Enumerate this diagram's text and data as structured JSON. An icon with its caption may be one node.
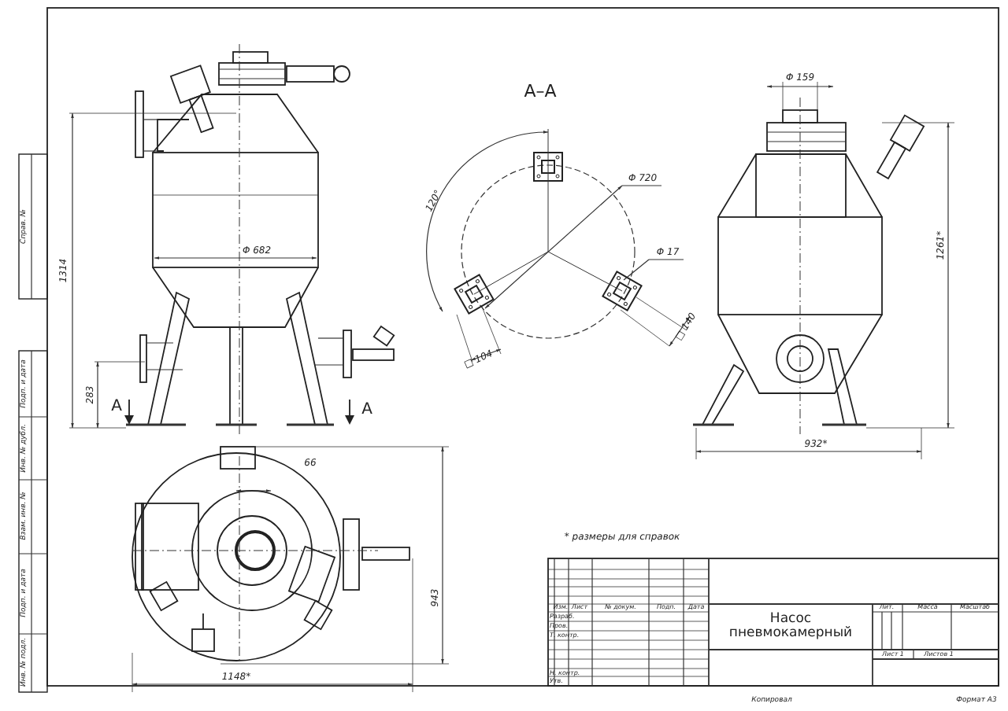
{
  "diagram": {
    "labels": [
      "Справ. №",
      "Подп. и дата",
      "Инв. № дубл.",
      "Взам. инв. №",
      "Подп. и дата",
      "Инв. № подл.",
      "1314",
      "Φ 682",
      "283",
      "А",
      "А",
      "А–А",
      "120°",
      "Φ 720",
      "Φ 17",
      "□ 104",
      "□ 140",
      "Φ 159",
      "1261*",
      "932*",
      "66",
      "943",
      "1148*",
      "* размеры для справок",
      "Изм.",
      "Лист",
      "№ докум.",
      "Подп.",
      "Дата",
      "Разраб.",
      "Пров.",
      "Т. контр.",
      "Н. контр.",
      "Утв.",
      "Насос пневмокамерный",
      "Лит.",
      "Масса",
      "Масштаб",
      "Лист 1",
      "Листов 1",
      "Копировал",
      "Формат А3"
    ]
  }
}
